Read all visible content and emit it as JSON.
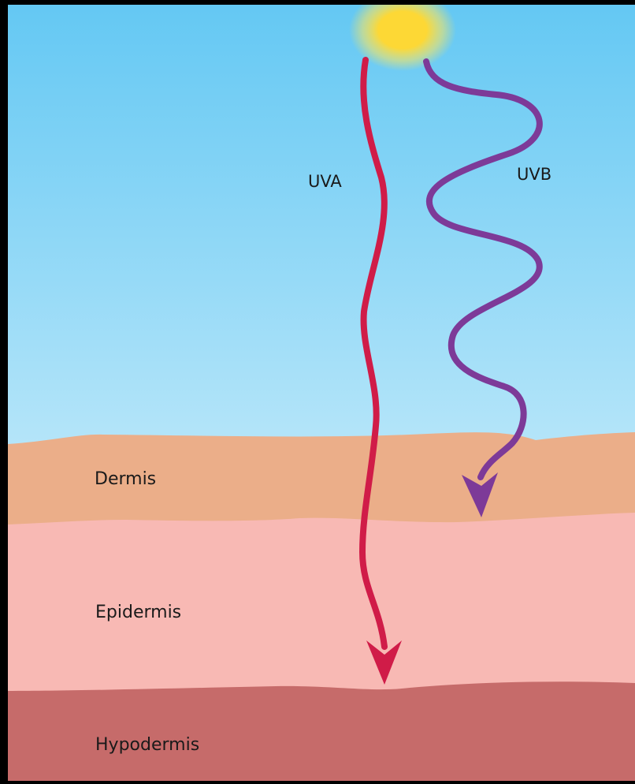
{
  "rays": {
    "uva": {
      "label": "UVA",
      "color": "#d01c48"
    },
    "uvb": {
      "label": "UVB",
      "color": "#7d3a98"
    }
  },
  "layers": {
    "dermis": {
      "label": "Dermis",
      "color": "#ebae89"
    },
    "epidermis": {
      "label": "Epidermis",
      "color": "#f8b9b4"
    },
    "hypodermis": {
      "label": "Hypodermis",
      "color": "#c66b6a"
    }
  },
  "sky_colors": {
    "top": "#64c8f3",
    "bottom": "#f2fbfe"
  },
  "sun_colors": {
    "core": "#fdd835",
    "glow": "#fbe55c"
  },
  "frame_color": "#000000"
}
